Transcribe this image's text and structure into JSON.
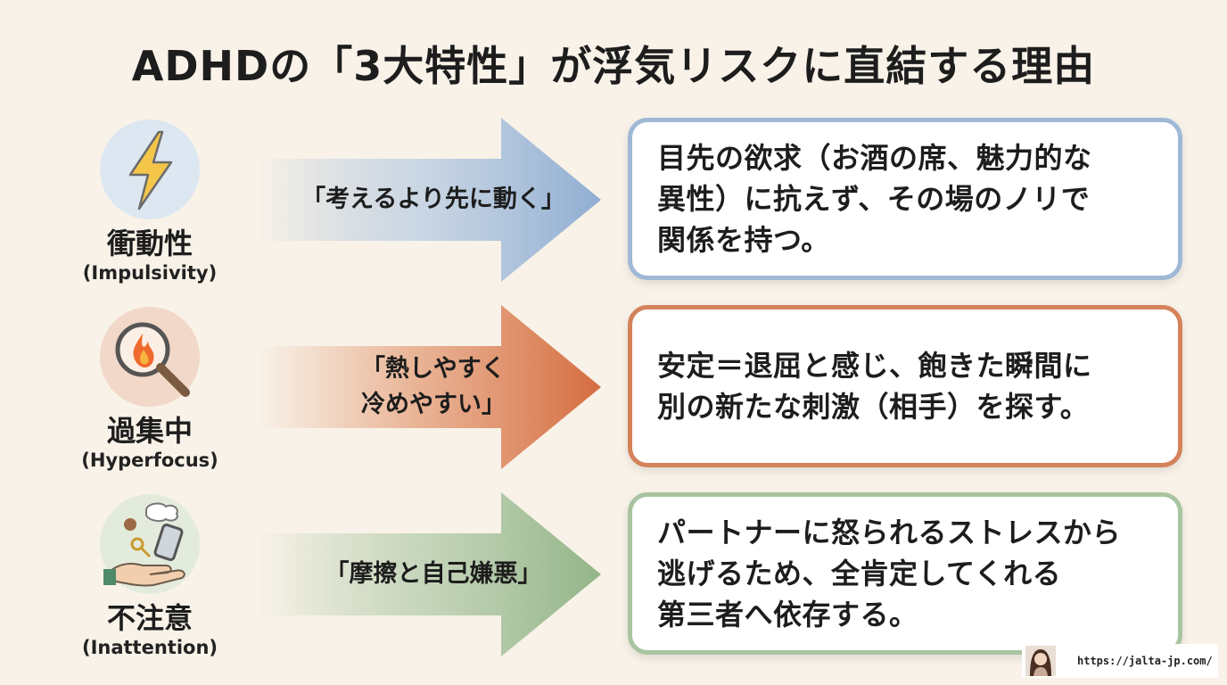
{
  "title": "ADHDの「3大特性」が浮気リスクに直結する理由",
  "rows": [
    {
      "icon": "lightning-icon",
      "name": "衝動性",
      "en": "(Impulsivity)",
      "slogan": "「考えるより先に動く」",
      "description": "目先の欲求（お酒の席、魅力的な\n異性）に抗えず、その場のノリで\n関係を持つ。",
      "accent": "#9fb8d6"
    },
    {
      "icon": "magnifier-flame-icon",
      "name": "過集中",
      "en": "(Hyperfocus)",
      "slogan": "「熱しやすく\n冷めやすい」",
      "description": "安定＝退屈と感じ、飽きた瞬間に\n別の新たな刺激（相手）を探す。",
      "accent": "#d4825a"
    },
    {
      "icon": "dropped-items-hand-icon",
      "name": "不注意",
      "en": "(Inattention)",
      "slogan": "「摩擦と自己嫌悪」",
      "description": "パートナーに怒られるストレスから\n逃げるため、全肯定してくれる\n第三者へ依存する。",
      "accent": "#a9c4a0"
    }
  ],
  "footer": {
    "url": "https://jalta-jp.com/",
    "avatar": "avatar-icon"
  }
}
